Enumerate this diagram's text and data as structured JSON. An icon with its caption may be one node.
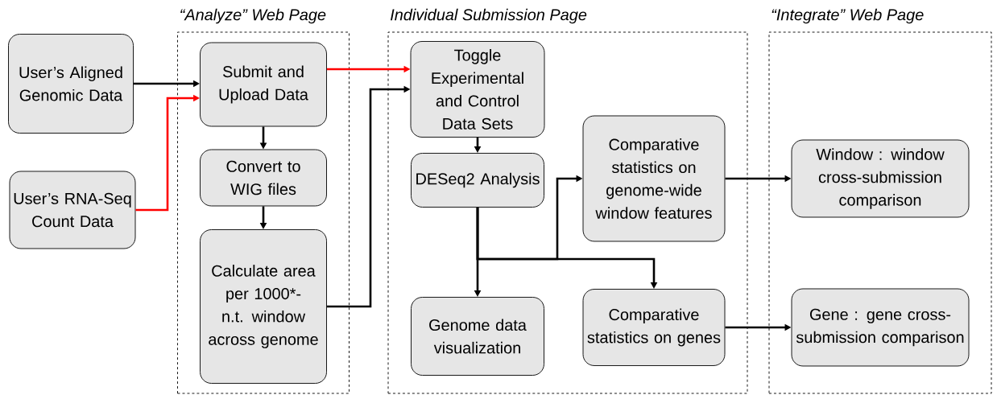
{
  "diagram": {
    "nodes": [
      {
        "text": [
          "“Analyze” Web Page"
        ]
      },
      {
        "text": [
          "Individual Submission Page"
        ]
      },
      {
        "text": [
          "“Integrate” Web Page"
        ]
      },
      {
        "text": [
          "User’s Aligned Genomic Data"
        ]
      },
      {
        "text": [
          "User’s RNA-Seq Count Data"
        ]
      },
      {
        "text": [
          "Submit and Upload Data"
        ],
        "in": 0
      },
      {
        "text": [
          "Convert to WIG files"
        ],
        "in": 0
      },
      {
        "text": [
          "Calculate area per 1000*-n.t. window across genome"
        ],
        "in": 0
      },
      {
        "text": [
          "Toggle Experimental and Control Data Sets"
        ],
        "in": 1
      },
      {
        "text": [
          "DESeq2 Analysis"
        ],
        "in": 1
      },
      {
        "text": [
          "Genome data visualization"
        ],
        "in": 1
      },
      {
        "text": [
          "Comparative statistics on genome-wide window features"
        ],
        "in": 1
      },
      {
        "text": [
          "Comparative statistics on genes"
        ],
        "in": 1
      },
      {
        "text": [
          "Window : window cross-submission comparison"
        ],
        "in": 2
      },
      {
        "text": [
          "Gene : gene cross-submission comparison"
        ],
        "in": 2
      }
    ],
    "edges": [
      {
        "from": 3,
        "to": 5,
        "arrow": "to"
      },
      {
        "from": 4,
        "to": 5,
        "arrow": "to",
        "color": "#ff0000"
      },
      {
        "from": 5,
        "to": 8,
        "arrow": "to",
        "color": "#ff0000"
      },
      {
        "from": 5,
        "to": 6,
        "arrow": "to"
      },
      {
        "from": 6,
        "to": 7,
        "arrow": "to"
      },
      {
        "from": 7,
        "to": 8,
        "arrow": "to"
      },
      {
        "from": 8,
        "to": 9,
        "arrow": "to"
      },
      {
        "from": 9,
        "to": 10,
        "arrow": "to"
      },
      {
        "from": 9,
        "to": 11,
        "arrow": "to"
      },
      {
        "from": 9,
        "to": 12,
        "arrow": "to"
      },
      {
        "from": 11,
        "to": 13,
        "arrow": "to"
      },
      {
        "from": 12,
        "to": 14,
        "arrow": "to"
      }
    ]
  }
}
